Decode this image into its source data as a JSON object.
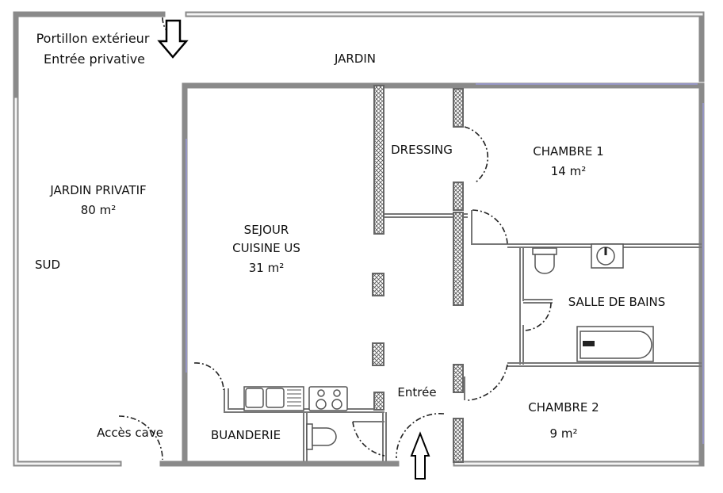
{
  "labels": {
    "portillon": "Portillon extérieur",
    "entree_privative": "Entrée privative",
    "jardin": "JARDIN",
    "jardin_privatif": "JARDIN PRIVATIF",
    "jardin_privatif_area": "80 m²",
    "sud": "SUD",
    "sejour_1": "SEJOUR",
    "sejour_2": "CUISINE US",
    "sejour_area": "31 m²",
    "dressing": "DRESSING",
    "chambre1": "CHAMBRE 1",
    "chambre1_area": "14 m²",
    "salle_de_bains": "SALLE DE BAINS",
    "entree": "Entrée",
    "chambre2": "CHAMBRE 2",
    "chambre2_area": "9 m²",
    "buanderie": "BUANDERIE",
    "acces_cave": "Accès cave"
  }
}
